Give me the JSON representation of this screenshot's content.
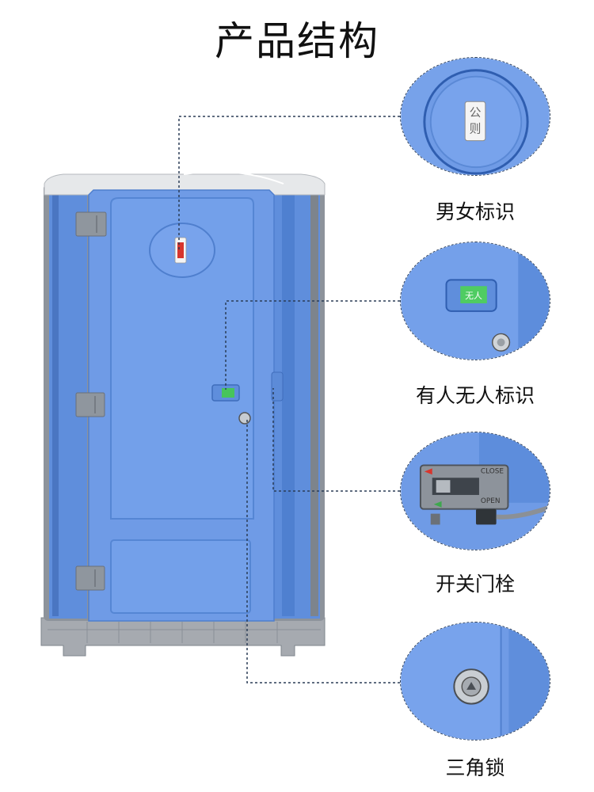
{
  "title": "产品结构",
  "door_sign_text": [
    "公",
    "则"
  ],
  "occupancy_sign_text": "无人",
  "latch_labels": {
    "close": "CLOSE",
    "open": "OPEN"
  },
  "callouts": [
    {
      "label": "男女标识"
    },
    {
      "label": "有人无人标识"
    },
    {
      "label": "开关门栓"
    },
    {
      "label": "三角锁"
    }
  ],
  "colors": {
    "body_blue": "#6f9be6",
    "dark_blue": "#4f7fce",
    "frame_gray": "#9aa0a8",
    "leader_line": "#2b3d57"
  }
}
